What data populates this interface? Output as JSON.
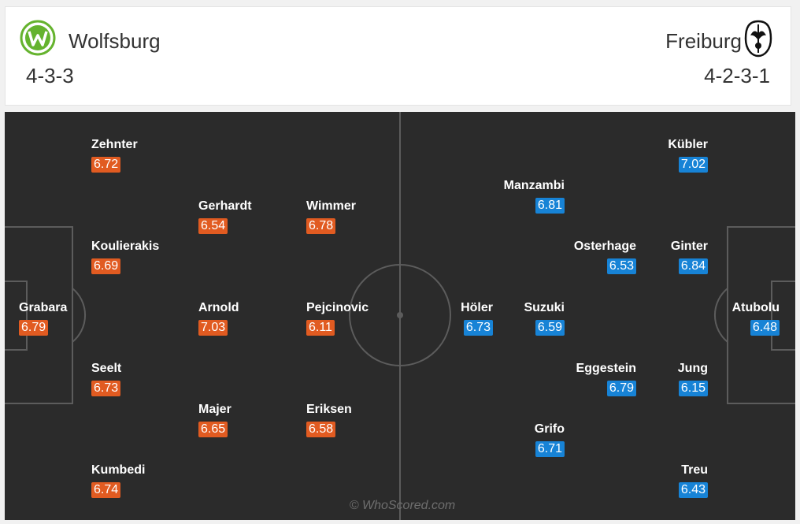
{
  "home": {
    "name": "Wolfsburg",
    "formation": "4-3-3",
    "color": "#e15b21",
    "logo_icon": "wolfsburg-crest-icon",
    "players": [
      {
        "name": "Zehnter",
        "rating": "6.72"
      },
      {
        "name": "Gerhardt",
        "rating": "6.54"
      },
      {
        "name": "Wimmer",
        "rating": "6.78"
      },
      {
        "name": "Koulierakis",
        "rating": "6.69"
      },
      {
        "name": "Grabara",
        "rating": "6.79"
      },
      {
        "name": "Arnold",
        "rating": "7.03"
      },
      {
        "name": "Pejcinovic",
        "rating": "6.11"
      },
      {
        "name": "Seelt",
        "rating": "6.73"
      },
      {
        "name": "Majer",
        "rating": "6.65"
      },
      {
        "name": "Eriksen",
        "rating": "6.58"
      },
      {
        "name": "Kumbedi",
        "rating": "6.74"
      }
    ]
  },
  "away": {
    "name": "Freiburg",
    "formation": "4-2-3-1",
    "color": "#1783d6",
    "logo_icon": "freiburg-crest-icon",
    "players": [
      {
        "name": "Kübler",
        "rating": "7.02"
      },
      {
        "name": "Manzambi",
        "rating": "6.81"
      },
      {
        "name": "Osterhage",
        "rating": "6.53"
      },
      {
        "name": "Ginter",
        "rating": "6.84"
      },
      {
        "name": "Höler",
        "rating": "6.73"
      },
      {
        "name": "Suzuki",
        "rating": "6.59"
      },
      {
        "name": "Atubolu",
        "rating": "6.48"
      },
      {
        "name": "Eggestein",
        "rating": "6.79"
      },
      {
        "name": "Jung",
        "rating": "6.15"
      },
      {
        "name": "Grifo",
        "rating": "6.71"
      },
      {
        "name": "Treu",
        "rating": "6.43"
      }
    ]
  },
  "watermark": "© WhoScored.com"
}
